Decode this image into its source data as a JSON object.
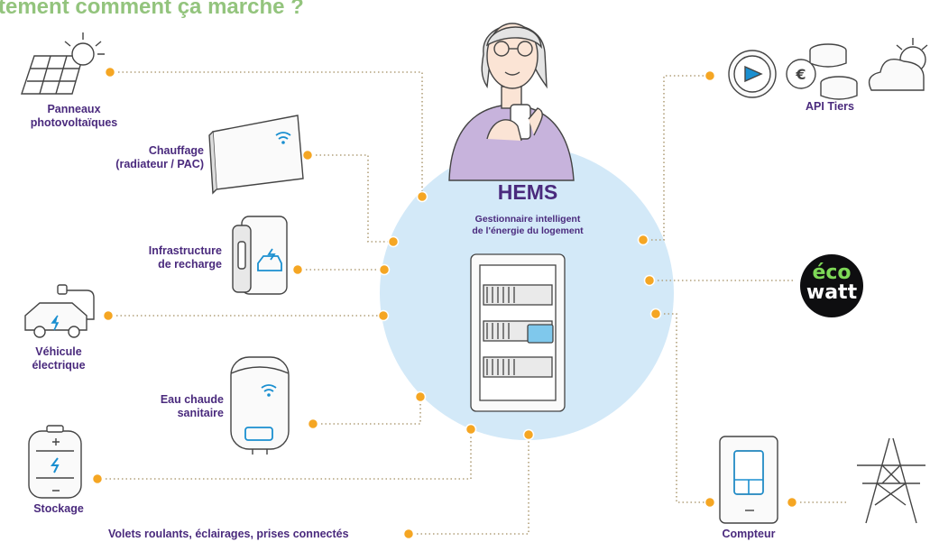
{
  "title": "tement comment ça marche ?",
  "hems": {
    "title": "HEMS",
    "subtitle": "Gestionnaire intelligent\nde l'énergie du logement"
  },
  "devices": {
    "solar": "Panneaux\nphotovoltaïques",
    "heating": "Chauffage\n(radiateur / PAC)",
    "charging": "Infrastructure\nde recharge",
    "ev": "Véhicule\nélectrique",
    "water": "Eau chaude\nsanitaire",
    "storage": "Stockage",
    "connected": "Volets roulants, éclairages, prises connectés",
    "api": "API Tiers",
    "meter": "Compteur"
  },
  "ecowatt": {
    "line1": "éco",
    "line2": "watt"
  },
  "colors": {
    "purple": "#4a2a7d",
    "green_title": "#93c47d",
    "hems_circle": "#d3e9f8",
    "connector_dot": "#f5a623",
    "icon_blue": "#1a8fd0",
    "outline": "#444444"
  }
}
